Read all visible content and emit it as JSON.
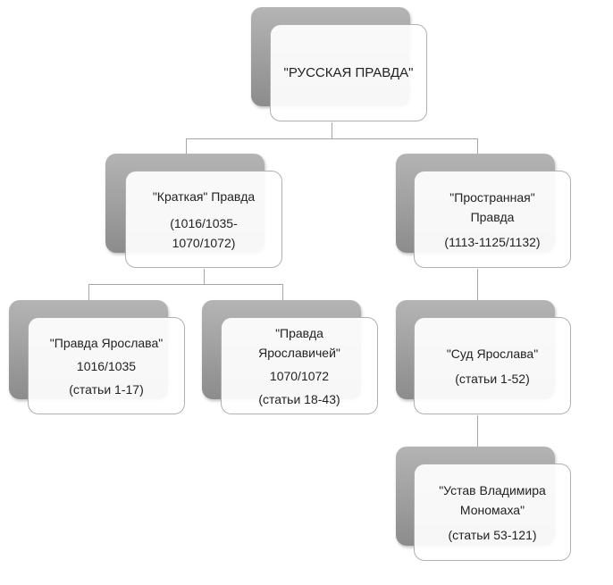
{
  "root": {
    "lines": [
      "\"РУССКАЯ ПРАВДА\""
    ]
  },
  "short": {
    "lines": [
      "\"Краткая\" Правда",
      "(1016/1035-",
      "1070/1072)"
    ]
  },
  "extended": {
    "lines": [
      "\"Пространная\"",
      "Правда",
      "(1113-1125/1132)"
    ]
  },
  "yaroslav": {
    "lines": [
      "\"Правда Ярослава\"",
      "1016/1035",
      "(статьи 1-17)"
    ]
  },
  "yaroslavichi": {
    "lines": [
      "\"Правда",
      "Ярославичей\"",
      "1070/1072",
      "(статьи 18-43)"
    ]
  },
  "sud": {
    "lines": [
      "\"Суд Ярослава\"",
      "(статьи 1-52)"
    ]
  },
  "ustav": {
    "lines": [
      "\"Устав Владимира",
      "Мономаха\"",
      "(статьи 53-121)"
    ]
  }
}
